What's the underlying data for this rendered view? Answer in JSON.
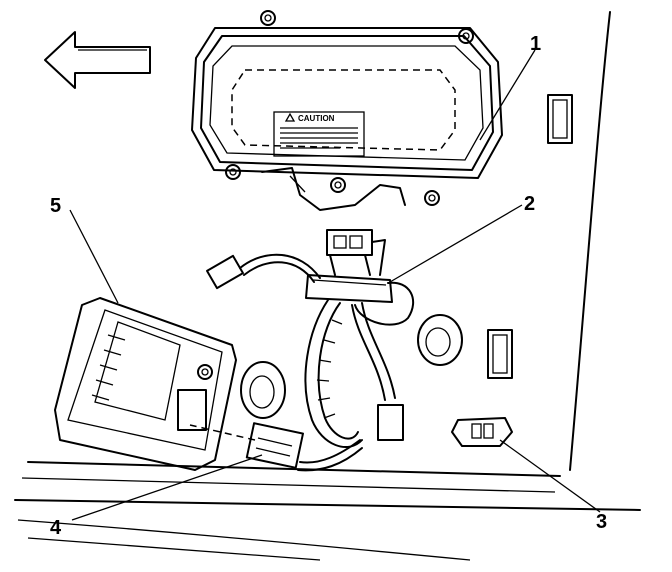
{
  "diagram": {
    "callouts": [
      {
        "id": "1",
        "text": "1"
      },
      {
        "id": "2",
        "text": "2"
      },
      {
        "id": "3",
        "text": "3"
      },
      {
        "id": "4",
        "text": "4"
      },
      {
        "id": "5",
        "text": "5"
      }
    ],
    "caution_label": "CAUTION",
    "arrow_direction": "left",
    "icons": [
      "direction-arrow-icon",
      "caution-triangle-icon"
    ]
  }
}
